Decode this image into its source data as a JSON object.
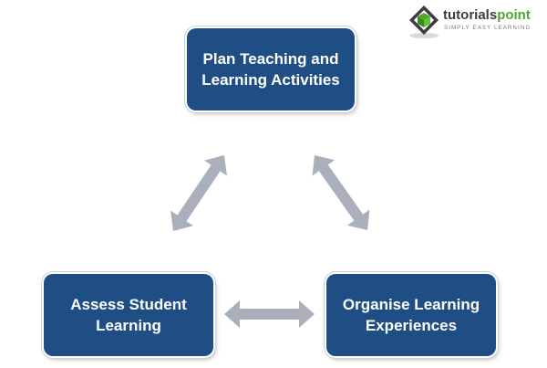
{
  "logo": {
    "brand_main": "tutorials",
    "brand_accent": "point",
    "tagline": "SIMPLY EASY LEARNING",
    "icon": "tutorialspoint-logo-icon"
  },
  "diagram": {
    "nodes": [
      {
        "id": "plan",
        "label": "Plan Teaching and\nLearning Activities"
      },
      {
        "id": "assess",
        "label": "Assess Student\nLearning"
      },
      {
        "id": "organise",
        "label": "Organise Learning\nExperiences"
      }
    ],
    "edges": [
      {
        "from": "plan",
        "to": "assess",
        "direction": "both"
      },
      {
        "from": "plan",
        "to": "organise",
        "direction": "both"
      },
      {
        "from": "assess",
        "to": "organise",
        "direction": "both"
      }
    ],
    "colors": {
      "box_fill": "#1f4e85",
      "box_text": "#ffffff",
      "arrow_fill": "#a9afbb"
    }
  }
}
